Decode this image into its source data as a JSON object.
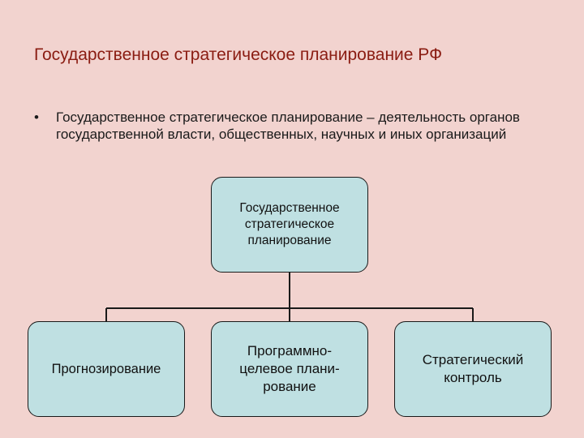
{
  "slide": {
    "title": "Государственное стратегическое планирование РФ",
    "bullet_marker": "•",
    "bullet_text": "Государственное стратегическое планирование – деятельность органов государственной власти, общественных, научных и иных организаций"
  },
  "diagram": {
    "root": {
      "lines": [
        "Государственное",
        "стратегическое",
        "планирование"
      ]
    },
    "children": [
      {
        "lines": [
          "Прогнозирование"
        ]
      },
      {
        "lines": [
          "Программно-",
          "целевое плани-",
          "рование"
        ]
      },
      {
        "lines": [
          "Стратегический",
          "контроль"
        ]
      }
    ]
  }
}
